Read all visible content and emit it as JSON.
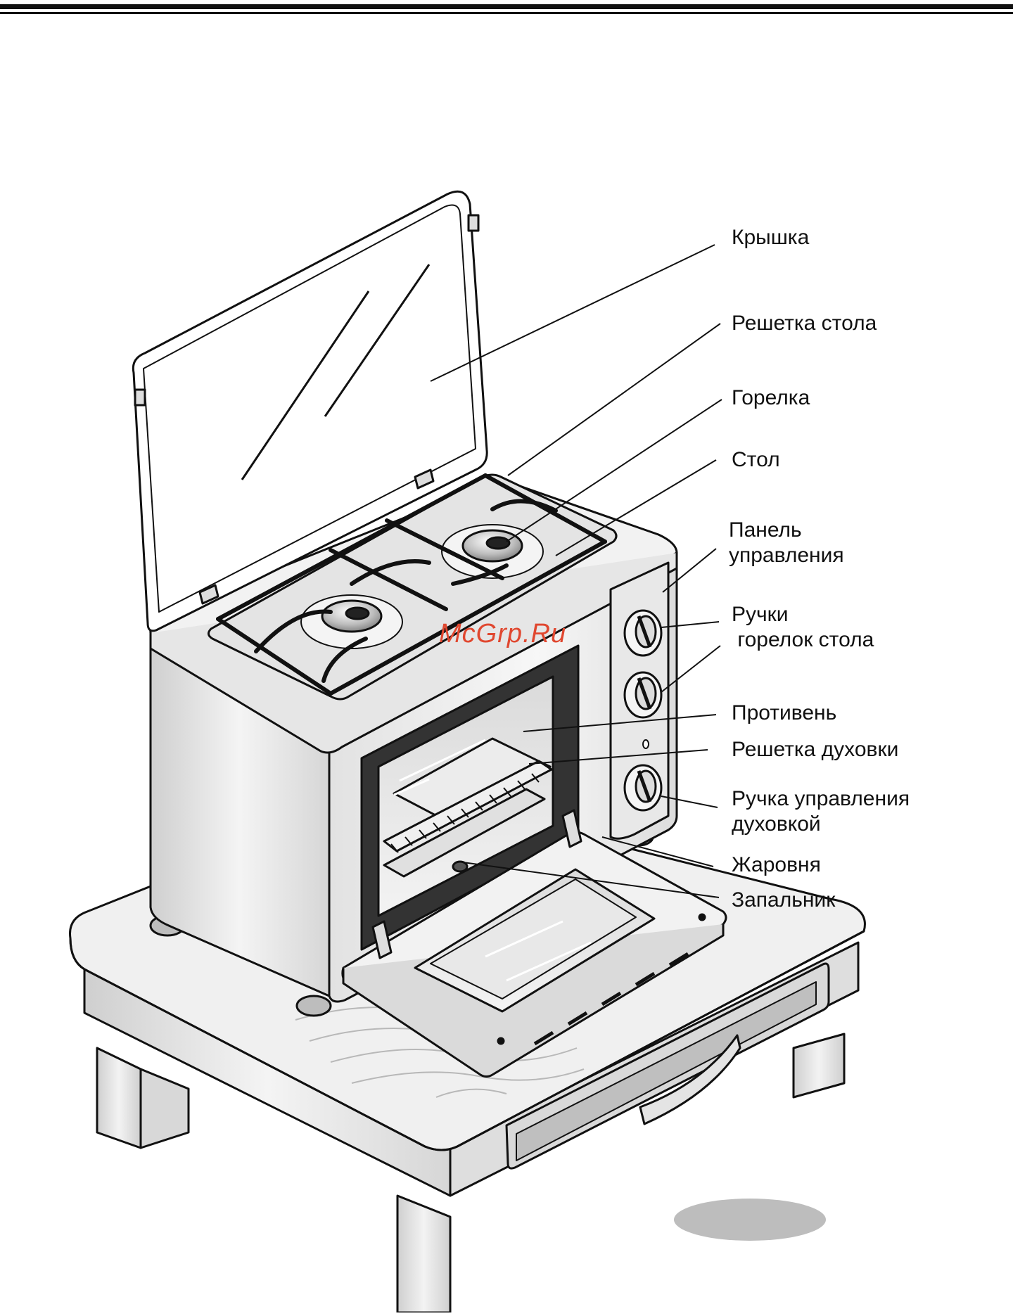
{
  "diagram": {
    "labels": {
      "lid": "Крышка",
      "table_grate": "Решетка стола",
      "burner": "Горелка",
      "table": "Стол",
      "panel_line1": "Панель",
      "panel_line2": "управления",
      "knobs_line1": "Ручки",
      "knobs_line2": " горелок стола",
      "tray": "Противень",
      "oven_rack": "Решетка духовки",
      "oven_knob_line1": "Ручка управления",
      "oven_knob_line2": "духовкой",
      "roaster": "Жаровня",
      "igniter": "Запальник"
    },
    "watermark": "McGrp.Ru",
    "colors": {
      "line": "#111111",
      "grey": "#bdbdbd",
      "light": "#eeeeee",
      "watermark": "#e0472f"
    }
  }
}
